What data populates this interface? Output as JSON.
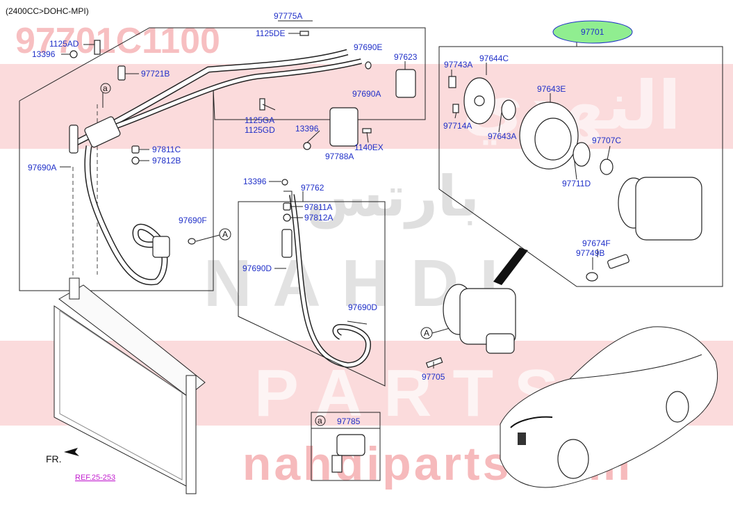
{
  "header": {
    "engine_variant": "(2400CC>DOHC-MPI)"
  },
  "watermark": {
    "part_number": "97701C1100",
    "brand_latin_1": "NAHDI",
    "brand_latin_2": "PARTS",
    "url": "nahdiparts.com",
    "arabic_1": "النهدي",
    "arabic_2": "بارتس"
  },
  "colors": {
    "label_blue": "#1f2fc8",
    "band_red": "#e41e26",
    "highlight_green": "#90ee90",
    "ref_magenta": "#c21dcf"
  },
  "labels": {
    "l97775A": "97775A",
    "l1125DE": "1125DE",
    "l1125AD": "1125AD",
    "l13396_a": "13396",
    "l97721B": "97721B",
    "l97690E": "97690E",
    "l97623": "97623",
    "l97690A_top": "97690A",
    "l1125GA": "1125GA",
    "l1125GD": "1125GD",
    "l13396_b": "13396",
    "l97788A": "97788A",
    "l1140EX": "1140EX",
    "l97811C": "97811C",
    "l97812B": "97812B",
    "l97690A_left": "97690A",
    "l97690F": "97690F",
    "l13396_c": "13396",
    "l97762": "97762",
    "l97811A": "97811A",
    "l97812A": "97812A",
    "l97690D_a": "97690D",
    "l97690D_b": "97690D",
    "l97705": "97705",
    "l97785": "97785",
    "l97701": "97701",
    "l97743A": "97743A",
    "l97644C": "97644C",
    "l97643E": "97643E",
    "l97714A": "97714A",
    "l97643A": "97643A",
    "l97707C": "97707C",
    "l97711D": "97711D",
    "l97674F": "97674F",
    "l97749B": "97749B"
  },
  "callouts": {
    "a": "a",
    "A": "A"
  },
  "front_marker": "FR.",
  "reference": "REF.25-253"
}
